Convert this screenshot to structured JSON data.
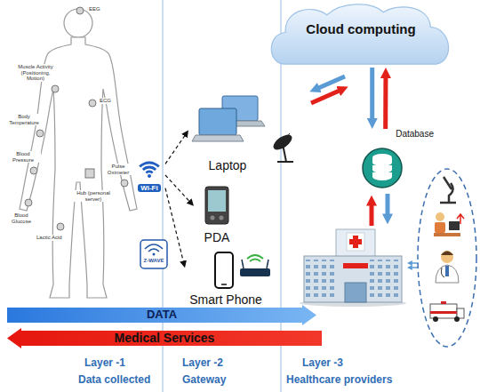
{
  "diagram": {
    "nodes": [
      {
        "text": [
          "Cloud computing"
        ]
      },
      {
        "text": [
          "Laptop"
        ]
      },
      {
        "text": [
          "Database"
        ]
      },
      {
        "text": [
          "Wi-Fi"
        ]
      },
      {
        "text": [
          "PDA"
        ]
      },
      {
        "text": [
          "Smart Phone"
        ]
      },
      {
        "text": [
          "DATA"
        ]
      },
      {
        "text": [
          "Medical Services"
        ]
      }
    ],
    "edges": [
      {
        "from": 3,
        "to": 1,
        "arrow": "to"
      },
      {
        "from": 3,
        "to": 4,
        "arrow": "to"
      },
      {
        "from": 3,
        "to": 5,
        "arrow": "to"
      },
      {
        "from": 0,
        "to": 2,
        "arrow": "to"
      },
      {
        "from": 2,
        "to": 0,
        "arrow": "to"
      }
    ],
    "labels": [
      "EEG",
      "Muscle Activity (Positioning, Motion)",
      "ECG",
      "Body Temperature",
      "Blood Pressure",
      "Pulse Oximeter",
      "Blood Glucose",
      "Hub (personal server)",
      "Lactic Acid",
      "Z-WAVE",
      "Layer -1",
      "Layer -2",
      "Layer -3",
      "Data collected",
      "Gateway",
      "Healthcare providers"
    ]
  }
}
